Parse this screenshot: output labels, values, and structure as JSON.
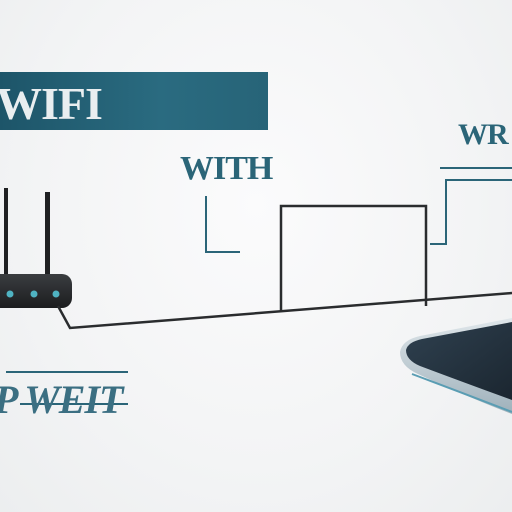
{
  "labels": {
    "title": "WIFI",
    "with": "WITH",
    "wr": "WR",
    "weit": "P WEIT"
  },
  "colors": {
    "banner": "#235f74",
    "accent_teal": "#2b6578",
    "line_dark": "#2a2c2e",
    "router_led": "#4fb3c2",
    "device_body": "#2c3e4c"
  }
}
